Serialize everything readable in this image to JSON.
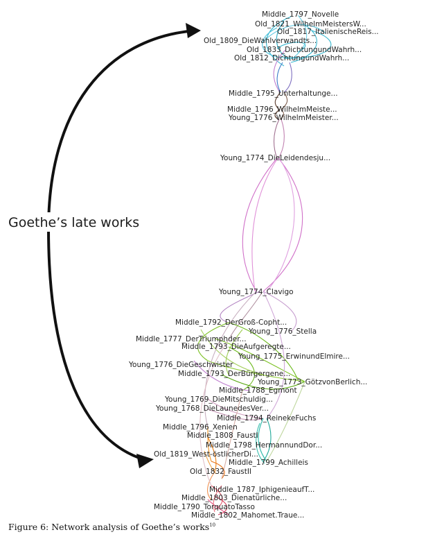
{
  "annotation": "Goethe’s late works",
  "caption": {
    "text": "Figure 6: Network analysis of Goethe’s works",
    "footnote": "10"
  },
  "nodes": [
    "Middle_1797_Novelle",
    "Old_1821_WilhelmMeistersW...",
    "Old_1817_ItalienischeReis...",
    "Old_1809_DieWahlverwandts...",
    "Old_1833_DichtungundWahrh...",
    "Old_1812_DichtungundWahrh...",
    "Middle_1795_Unterhaltunge...",
    "Middle_1796_WilhelmMeiste...",
    "Young_1776_WilhelmMeister...",
    "Young_1774_DieLeidendesju...",
    "Young_1774_Clavigo",
    "Middle_1792_DerGroß-Copht...",
    "Young_1776_Stella",
    "Middle_1777_DerTriumphder...",
    "Middle_1793_DieAufgeregte...",
    "Young_1775_ErwinundElmire...",
    "Young_1776_DieGeschwister",
    "Middle_1793_DerBürgergene...",
    "Young_1773_GötzvonBerlich...",
    "Middle_1788_Egmont",
    "Young_1769_DieMitschuldig...",
    "Young_1768_DieLaunedesVer...",
    "Middle_1794_ReinekeFuchs",
    "Middle_1796_Xenien",
    "Middle_1808_FaustI",
    "Middle_1798_HermannundDor...",
    "Old_1819_West-östlicherDi...",
    "Middle_1799_Achilleis",
    "Old_1832_FaustII",
    "Middle_1787_IphigenieaufT...",
    "Middle_1803_Dienatürliche...",
    "Middle_1790_TorquatoTasso",
    "Middle_1802_Mahomet.Traue..."
  ]
}
